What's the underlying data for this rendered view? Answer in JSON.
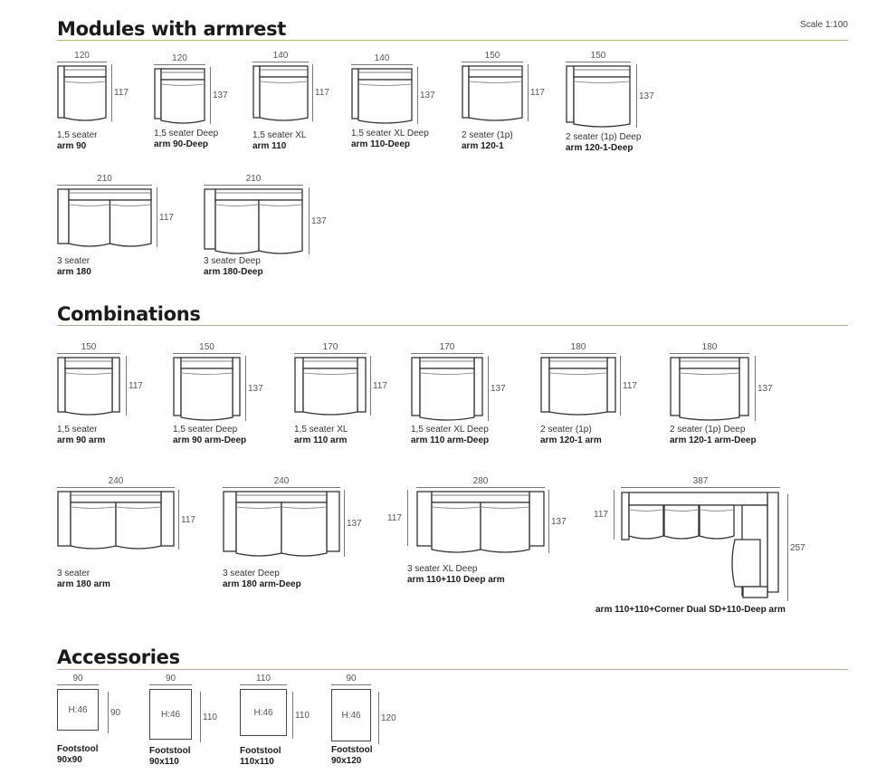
{
  "scale": "Scale 1:100",
  "sections": {
    "modules": "Modules with armrest",
    "combinations": "Combinations",
    "accessories": "Accessories"
  },
  "modules": [
    {
      "w": "120",
      "d": "117",
      "name": "1,5 seater",
      "code": "arm 90"
    },
    {
      "w": "120",
      "d": "137",
      "name": "1,5 seater Deep",
      "code": "arm 90-Deep"
    },
    {
      "w": "140",
      "d": "117",
      "name": "1,5 seater XL",
      "code": "arm 110"
    },
    {
      "w": "140",
      "d": "137",
      "name": "1,5 seater XL Deep",
      "code": "arm 110-Deep"
    },
    {
      "w": "150",
      "d": "117",
      "name": "2 seater (1p)",
      "code": "arm 120-1"
    },
    {
      "w": "150",
      "d": "137",
      "name": "2 seater (1p) Deep",
      "code": "arm 120-1-Deep"
    },
    {
      "w": "210",
      "d": "117",
      "name": "3 seater",
      "code": "arm 180"
    },
    {
      "w": "210",
      "d": "137",
      "name": "3 seater Deep",
      "code": "arm 180-Deep"
    }
  ],
  "combinations": [
    {
      "w": "150",
      "d": "117",
      "name": "1,5 seater",
      "code": "arm 90 arm"
    },
    {
      "w": "150",
      "d": "137",
      "name": "1,5 seater Deep",
      "code": "arm 90 arm-Deep"
    },
    {
      "w": "170",
      "d": "117",
      "name": "1,5 seater XL",
      "code": "arm 110 arm"
    },
    {
      "w": "170",
      "d": "137",
      "name": "1,5 seater XL Deep",
      "code": "arm 110 arm-Deep"
    },
    {
      "w": "180",
      "d": "117",
      "name": "2 seater (1p)",
      "code": "arm 120-1 arm"
    },
    {
      "w": "180",
      "d": "137",
      "name": "2 seater (1p) Deep",
      "code": "arm 120-1 arm-Deep"
    },
    {
      "w": "240",
      "d": "117",
      "name": "3 seater",
      "code": "arm 180 arm"
    },
    {
      "w": "240",
      "d": "137",
      "name": "3 seater Deep",
      "code": "arm 180 arm-Deep"
    },
    {
      "w": "280",
      "d": "117",
      "d2": "137",
      "name": "3 seater XL Deep",
      "code": "arm 110+110 Deep arm"
    },
    {
      "w": "387",
      "d": "117",
      "d2": "257",
      "code": "arm 110+110+Corner Dual SD+110-Deep arm"
    }
  ],
  "accessories": [
    {
      "w": "90",
      "d": "90",
      "h": "H:46",
      "name": "Footstool",
      "code": "90x90"
    },
    {
      "w": "90",
      "d": "110",
      "h": "H:46",
      "name": "Footstool",
      "code": "90x110"
    },
    {
      "w": "110",
      "d": "110",
      "h": "H:46",
      "name": "Footstool",
      "code": "110x110"
    },
    {
      "w": "90",
      "d": "120",
      "h": "H:46",
      "name": "Footstool",
      "code": "90x120"
    }
  ]
}
